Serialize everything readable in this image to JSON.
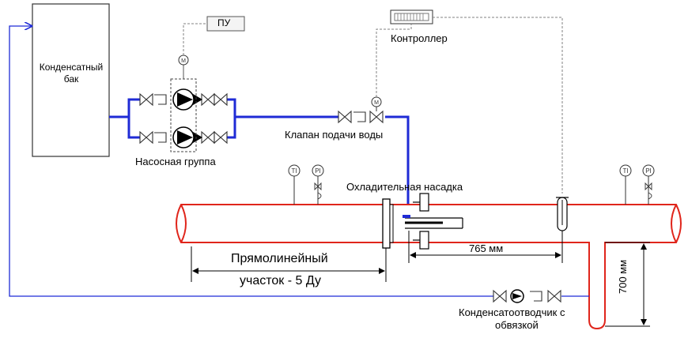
{
  "labels": {
    "tank": "Конденсатный бак",
    "pu": "ПУ",
    "controller": "Контроллер",
    "pump_group": "Насосная группа",
    "water_valve": "Клапан подачи воды",
    "nozzle": "Охладительная насадка",
    "straight_line1": "Прямолинейный",
    "straight_line2": "участок - 5 Ду",
    "dim_765": "765 мм",
    "dim_700": "700 мм",
    "trap_line1": "Конденсатоотводчик с",
    "trap_line2": "обвязкой",
    "ti": "TI",
    "pi": "PI",
    "motor": "M"
  },
  "colors": {
    "water_line": "#1f2bd6",
    "steam_pipe_fill": "#ffffff",
    "steam_pipe_stroke": "#e0251b",
    "dashed_line": "#808080",
    "symbol": "#333333"
  }
}
